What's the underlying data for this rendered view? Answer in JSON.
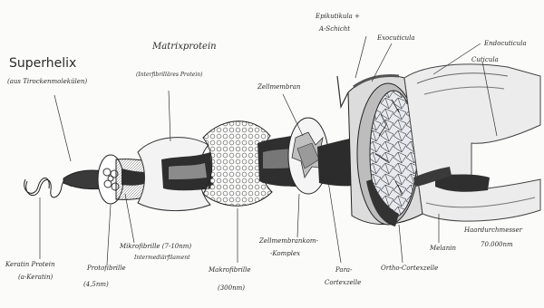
{
  "labels": {
    "superhelix": "Superhelix",
    "superhelix_sub": "(aus Tirockenmolekülen)",
    "matrixprotein": "Matrixprotein",
    "matrixprotein_sub": "(Interfibrilläres Protein)",
    "zellmembran": "Zellmembran",
    "epicuticula_1": "Epikutikula +",
    "epicuticula_2": "A-Schicht",
    "exocuticula": "Exocuticula",
    "endocuticula": "Endocuticula",
    "cuticula": "Cuticula",
    "keratin_1": "Keratin Protein",
    "keratin_2": "(a-Keratin)",
    "protofibrille_1": "Protofibrille",
    "protofibrille_2": "(4,5nm)",
    "mikrofibrille_1": "Mikrofibrille (7-10nm)",
    "mikrofibrille_2": "Intermediärfilament",
    "makrofibrille_1": "Makrofibrille",
    "makrofibrille_2": "(300nm)",
    "zellmembrankomplex_1": "Zellmembrankom-",
    "zellmembrankomplex_2": "-Komplex",
    "paracortex_1": "Para-",
    "paracortex_2": "Cortexzelle",
    "orthocortex": "Ortho-Cortexzelle",
    "melanin": "Melanin",
    "haar_1": "Haardurchmesser",
    "haar_2": "70.000nm"
  }
}
